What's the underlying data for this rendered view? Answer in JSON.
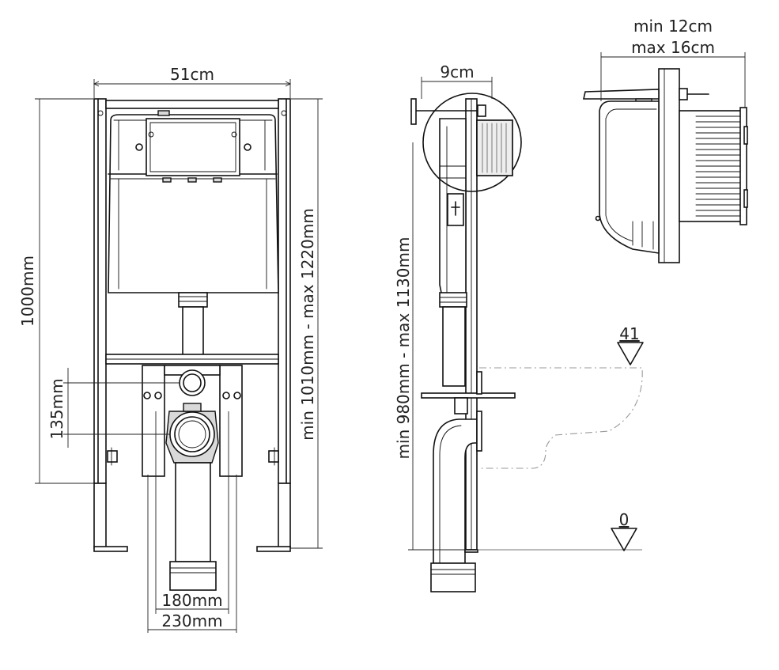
{
  "front_view": {
    "width_label": "51cm",
    "height_label": "1000mm",
    "inlet_offset_label": "135mm",
    "frame_height_label": "min 1010mm - max 1220mm",
    "inner_width_label": "180mm",
    "outer_width_label": "230mm"
  },
  "side_view": {
    "depth_label": "9cm",
    "height_label": "min 980mm - max 1130mm",
    "level_top_label": "41",
    "level_bottom_label": "0"
  },
  "detail_view": {
    "min_label": "min 12cm",
    "max_label": "max 16cm"
  }
}
